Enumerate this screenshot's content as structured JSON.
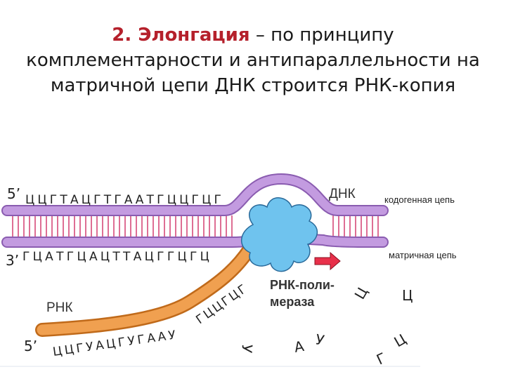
{
  "title": {
    "highlight": "2. Элонгация",
    "text": " – по принципу комплементарности и антипараллельности на матричной цепи ДНК строится РНК-копия"
  },
  "labels": {
    "top_5prime": "5’",
    "bottom_3prime": "3’",
    "rna_5prime": "5’",
    "dna": "ДНК",
    "coding_strand": "кодогенная цепь",
    "template_strand": "матричная цепь",
    "rna": "РНК",
    "polymerase_line1": "РНК-поли-",
    "polymerase_line2": "мераза"
  },
  "sequences": {
    "top_strand": "ЦЦГТАЦГТГААТГЦЦГЦГ",
    "bottom_strand": "ГЦАТГЦАЦТТАЦГГЦГЦ",
    "rna_lower": "ЦЦГУАЦГУГААУ",
    "rna_upper": "ГЦЦГЦГ"
  },
  "free_nucleotides": [
    "У",
    "А",
    "У",
    "Ц",
    "Ц",
    "Г",
    "Ц"
  ],
  "colors": {
    "dna_strand": "#c39be0",
    "dna_edge": "#8a5cb0",
    "rungs": "#d64a7a",
    "rna_strand": "#f0a050",
    "rna_edge": "#c06a1a",
    "polymerase": "#6fc3ee",
    "arrow": "#e8304a",
    "title_highlight": "#b5202b"
  }
}
